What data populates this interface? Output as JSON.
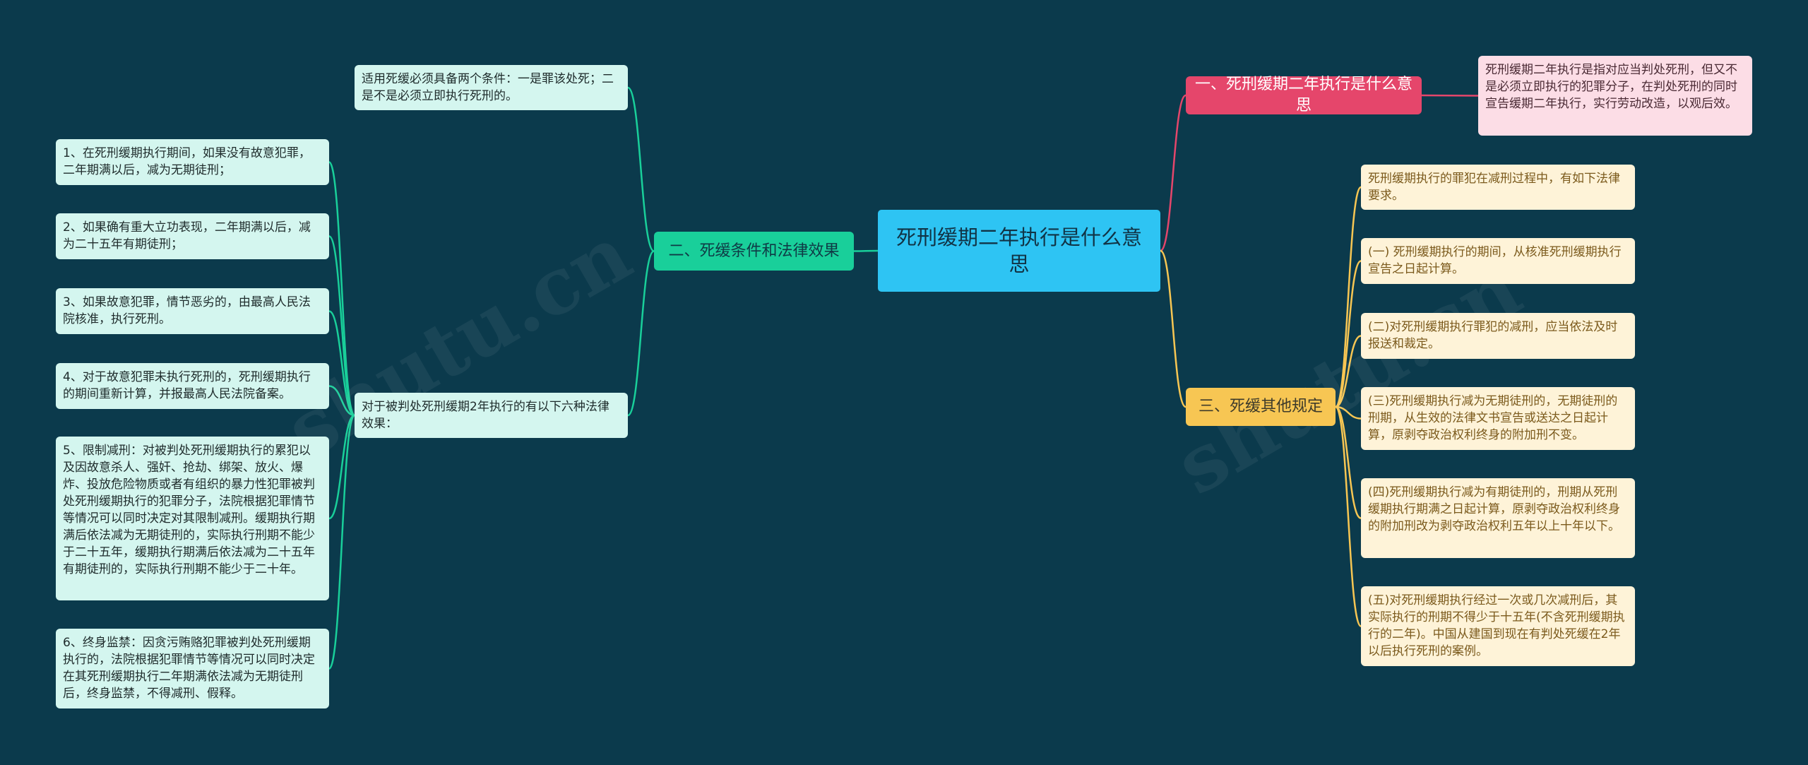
{
  "colors": {
    "background": "#0b3a4c",
    "central": "#2ec4f3",
    "branch_red": "#e5466b",
    "branch_green": "#19cf9a",
    "branch_yellow": "#f7c653",
    "leaf_teal": "#d4f6ef",
    "leaf_cream": "#fef3d8",
    "leaf_pink": "#fcdde6"
  },
  "central": {
    "title": "死刑缓期二年执行是什么意思"
  },
  "branches": {
    "b1": {
      "label": "一、死刑缓期二年执行是什么意思",
      "leaves": [
        "死刑缓期二年执行是指对应当判处死刑，但又不是必须立即执行的犯罪分子，在判处死刑的同时宣告缓期二年执行，实行劳动改造，以观后效。"
      ]
    },
    "b2": {
      "label": "二、死缓条件和法律效果",
      "conditions": "适用死缓必须具备两个条件：一是罪该处死；二是不是必须立即执行死刑的。",
      "effects": {
        "label": "对于被判处死刑缓期2年执行的有以下六种法律效果：",
        "items": [
          "1、在死刑缓期执行期间，如果没有故意犯罪，二年期满以后，减为无期徒刑；",
          "2、如果确有重大立功表现，二年期满以后，减为二十五年有期徒刑；",
          "3、如果故意犯罪，情节恶劣的，由最高人民法院核准，执行死刑。",
          "4、对于故意犯罪未执行死刑的，死刑缓期执行的期间重新计算，并报最高人民法院备案。",
          "5、限制减刑：对被判处死刑缓期执行的累犯以及因故意杀人、强奸、抢劫、绑架、放火、爆炸、投放危险物质或者有组织的暴力性犯罪被判处死刑缓期执行的犯罪分子，法院根据犯罪情节等情况可以同时决定对其限制减刑。缓期执行期满后依法减为无期徒刑的，实际执行刑期不能少于二十五年，缓期执行期满后依法减为二十五年有期徒刑的，实际执行刑期不能少于二十年。",
          "6、终身监禁：因贪污贿赂犯罪被判处死刑缓期执行的，法院根据犯罪情节等情况可以同时决定在其死刑缓期执行二年期满依法减为无期徒刑后，终身监禁，不得减刑、假释。"
        ]
      }
    },
    "b3": {
      "label": "三、死缓其他规定",
      "leaves": [
        "死刑缓期执行的罪犯在减刑过程中，有如下法律要求。",
        "(一) 死刑缓期执行的期间，从核准死刑缓期执行宣告之日起计算。",
        "(二)对死刑缓期执行罪犯的减刑，应当依法及时报送和裁定。",
        "(三)死刑缓期执行减为无期徒刑的，无期徒刑的刑期，从生效的法律文书宣告或送达之日起计算，原剥夺政治权利终身的附加刑不变。",
        "(四)死刑缓期执行减为有期徒刑的，刑期从死刑缓期执行期满之日起计算，原剥夺政治权利终身的附加刑改为剥夺政治权利五年以上十年以下。",
        "(五)对死刑缓期执行经过一次或几次减刑后，其实际执行的刑期不得少于十五年(不含死刑缓期执行的二年)。中国从建国到现在有判处死缓在2年以后执行死刑的案例。"
      ]
    }
  }
}
